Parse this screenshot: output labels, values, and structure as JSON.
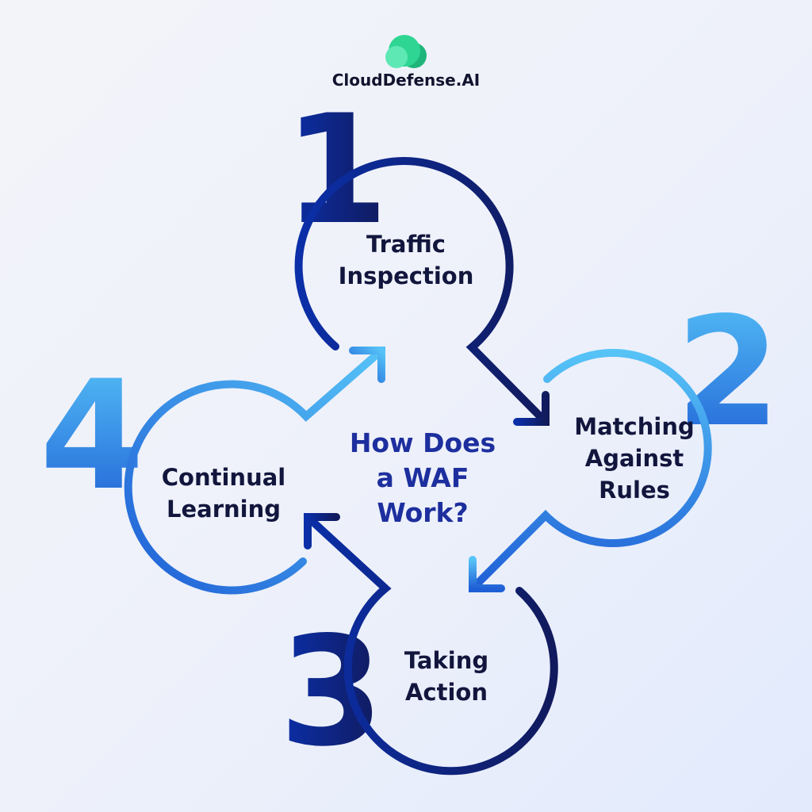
{
  "brand": {
    "name": "CloudDefense.AI",
    "logo": "cloud-logo"
  },
  "title": {
    "line1": "How Does",
    "line2": "a WAF",
    "line3": "Work?"
  },
  "steps": [
    {
      "number": "1",
      "line1": "Traffic",
      "line2": "Inspection"
    },
    {
      "number": "2",
      "line1": "Matching",
      "line2": "Against",
      "line3": "Rules"
    },
    {
      "number": "3",
      "line1": "Taking",
      "line2": "Action"
    },
    {
      "number": "4",
      "line1": "Continual",
      "line2": "Learning"
    }
  ],
  "colors": {
    "navy": "#0f1a6b",
    "blue": "#1f5fd6",
    "light_blue": "#4fb8f5",
    "green": "#34d399",
    "text": "#12163d"
  }
}
